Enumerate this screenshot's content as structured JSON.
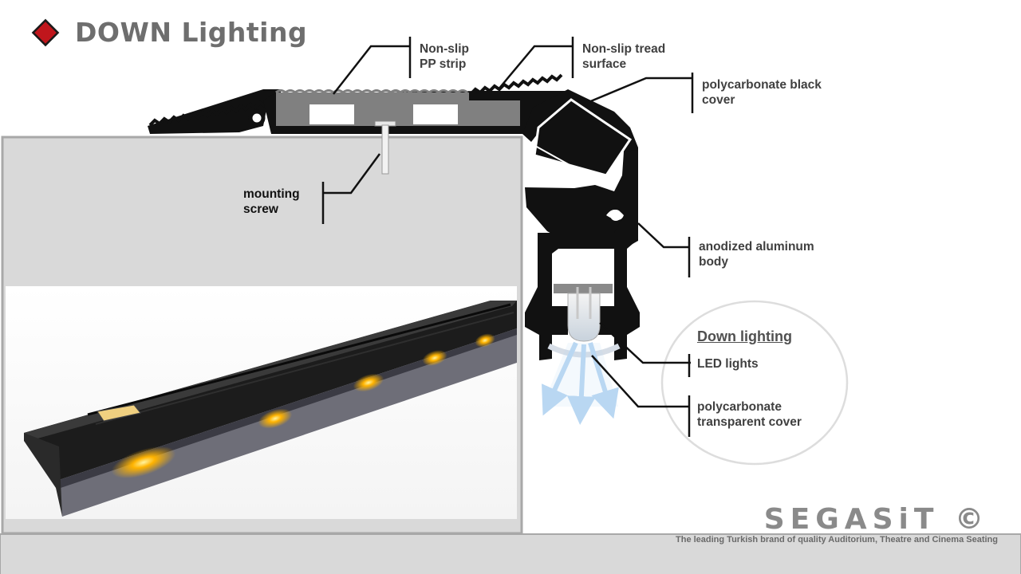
{
  "title": "DOWN Lighting",
  "labels": {
    "non_slip_pp_strip": "Non-slip\nPP strip",
    "non_slip_tread_surface": "Non-slip tread\nsurface",
    "polycarbonate_black_cover": "polycarbonate black\ncover",
    "mounting_screw": "mounting\nscrew",
    "anodized_aluminum_body": "anodized aluminum\nbody",
    "down_lighting_heading": "Down lighting",
    "led_lights": "LED lights",
    "polycarbonate_transparent_cover": "polycarbonate\ntransparent cover"
  },
  "brand": {
    "name": "SEGASiT ©",
    "tagline": "The leading Turkish brand of quality Auditorium, Theatre and Cinema Seating"
  },
  "colors": {
    "title_bullet": "#c0161c",
    "profile": "#111111",
    "step_fill": "#d9d9d9",
    "light_beam": "#b9d7f2",
    "led_glow": "#ffb300"
  }
}
